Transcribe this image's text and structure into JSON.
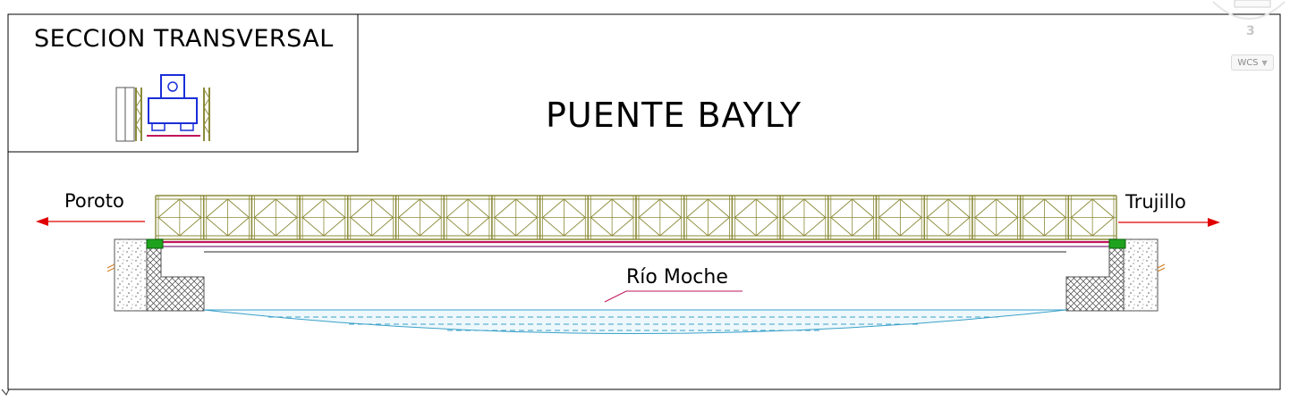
{
  "drawing": {
    "section_label": "SECCION TRANSVERSAL",
    "title": "PUENTE BAYLY",
    "left_destination": "Poroto",
    "right_destination": "Trujillo",
    "river_name": "Río Moche"
  },
  "bridge": {
    "panel_count": 20
  },
  "viewcube": {
    "compass_number": "3",
    "coordinate_system": "WCS"
  },
  "colors": {
    "truss": "#8b8b3a",
    "deck": "#c0145a",
    "deck_beam": "#7a2a7a",
    "arrow": "#e00000",
    "water": "#3aa0c8",
    "bearing": "#1fa31f",
    "abutment_outline": "#555555"
  }
}
